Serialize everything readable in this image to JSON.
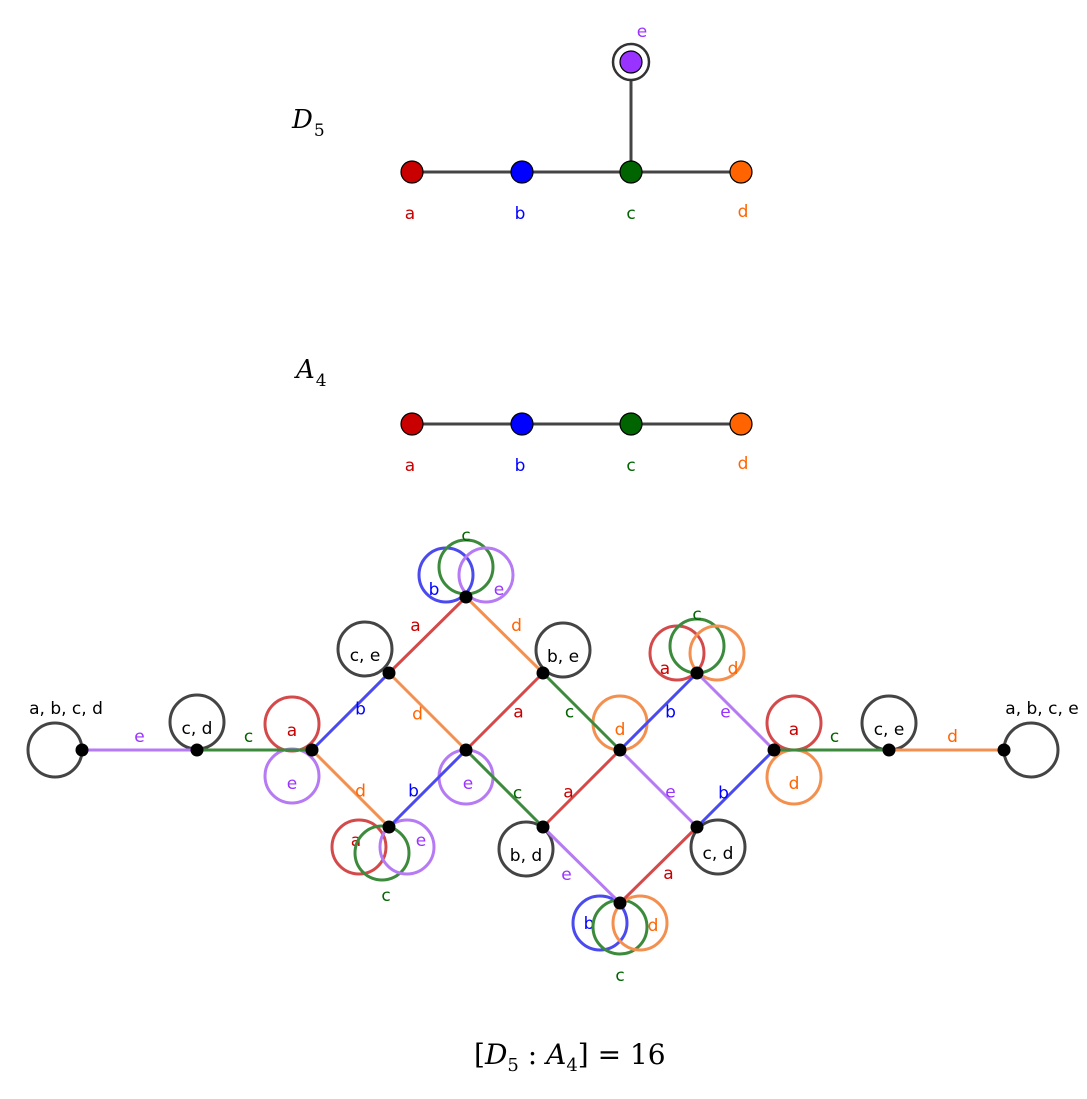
{
  "colors": {
    "a": "#c80000",
    "b": "#0000ff",
    "c": "#006400",
    "d": "#ff6400",
    "e": "#9933ff",
    "edge": "#444444",
    "loop": "#444444",
    "vertex": "#000000"
  },
  "d5": {
    "name": "D",
    "sub": "5",
    "nodes": [
      {
        "id": "a",
        "label": "a"
      },
      {
        "id": "b",
        "label": "b"
      },
      {
        "id": "c",
        "label": "c"
      },
      {
        "id": "d",
        "label": "d"
      },
      {
        "id": "e",
        "label": "e"
      }
    ],
    "edges": [
      [
        "a",
        "b"
      ],
      [
        "b",
        "c"
      ],
      [
        "c",
        "d"
      ],
      [
        "c",
        "e"
      ]
    ]
  },
  "a4": {
    "name": "A",
    "sub": "4",
    "nodes": [
      {
        "id": "a",
        "label": "a"
      },
      {
        "id": "b",
        "label": "b"
      },
      {
        "id": "c",
        "label": "c"
      },
      {
        "id": "d",
        "label": "d"
      }
    ],
    "edges": [
      [
        "a",
        "b"
      ],
      [
        "b",
        "c"
      ],
      [
        "c",
        "d"
      ]
    ]
  },
  "graph": {
    "vertices": [
      {
        "id": "v1",
        "loops": [
          {
            "label": "a, b, c, d",
            "gen": "multi"
          }
        ]
      },
      {
        "id": "v2",
        "loops": [
          {
            "label": "c, d",
            "gen": "multi"
          }
        ]
      },
      {
        "id": "v3",
        "loops": [
          {
            "label": "a",
            "gen": "a"
          },
          {
            "label": "e",
            "gen": "e"
          }
        ]
      },
      {
        "id": "v4",
        "loops": [
          {
            "label": "c, e",
            "gen": "multi"
          }
        ]
      },
      {
        "id": "v5",
        "loops": [
          {
            "label": "a",
            "gen": "a"
          },
          {
            "label": "c",
            "gen": "c"
          },
          {
            "label": "e",
            "gen": "e"
          }
        ]
      },
      {
        "id": "v6",
        "loops": [
          {
            "label": "b",
            "gen": "b"
          },
          {
            "label": "c",
            "gen": "c"
          },
          {
            "label": "e",
            "gen": "e"
          }
        ]
      },
      {
        "id": "v7",
        "loops": [
          {
            "label": "e",
            "gen": "e"
          }
        ]
      },
      {
        "id": "v8",
        "loops": [
          {
            "label": "b, e",
            "gen": "multi"
          }
        ]
      },
      {
        "id": "v9",
        "loops": [
          {
            "label": "b, d",
            "gen": "multi"
          }
        ]
      },
      {
        "id": "v10",
        "loops": [
          {
            "label": "d",
            "gen": "d"
          }
        ]
      },
      {
        "id": "v11",
        "loops": [
          {
            "label": "b",
            "gen": "b"
          },
          {
            "label": "c",
            "gen": "c"
          },
          {
            "label": "d",
            "gen": "d"
          }
        ]
      },
      {
        "id": "v12",
        "loops": [
          {
            "label": "a",
            "gen": "a"
          },
          {
            "label": "c",
            "gen": "c"
          },
          {
            "label": "d",
            "gen": "d"
          }
        ]
      },
      {
        "id": "v13",
        "loops": [
          {
            "label": "c, d",
            "gen": "multi"
          }
        ]
      },
      {
        "id": "v14",
        "loops": [
          {
            "label": "a",
            "gen": "a"
          },
          {
            "label": "d",
            "gen": "d"
          }
        ]
      },
      {
        "id": "v15",
        "loops": [
          {
            "label": "c, e",
            "gen": "multi"
          }
        ]
      },
      {
        "id": "v16",
        "loops": [
          {
            "label": "a, b, c, e",
            "gen": "multi"
          }
        ]
      }
    ],
    "edges": [
      {
        "from": "v1",
        "to": "v2",
        "gen": "e",
        "label": "e"
      },
      {
        "from": "v2",
        "to": "v3",
        "gen": "c",
        "label": "c"
      },
      {
        "from": "v3",
        "to": "v4",
        "gen": "b",
        "label": "b"
      },
      {
        "from": "v3",
        "to": "v5",
        "gen": "d",
        "label": "d"
      },
      {
        "from": "v4",
        "to": "v6",
        "gen": "a",
        "label": "a"
      },
      {
        "from": "v4",
        "to": "v7",
        "gen": "d",
        "label": "d"
      },
      {
        "from": "v5",
        "to": "v7",
        "gen": "b",
        "label": "b"
      },
      {
        "from": "v6",
        "to": "v8",
        "gen": "d",
        "label": "d"
      },
      {
        "from": "v7",
        "to": "v8",
        "gen": "a",
        "label": "a"
      },
      {
        "from": "v7",
        "to": "v9",
        "gen": "c",
        "label": "c"
      },
      {
        "from": "v8",
        "to": "v10",
        "gen": "c",
        "label": "c"
      },
      {
        "from": "v9",
        "to": "v10",
        "gen": "a",
        "label": "a"
      },
      {
        "from": "v9",
        "to": "v11",
        "gen": "e",
        "label": "e"
      },
      {
        "from": "v10",
        "to": "v12",
        "gen": "b",
        "label": "b"
      },
      {
        "from": "v10",
        "to": "v13",
        "gen": "e",
        "label": "e"
      },
      {
        "from": "v11",
        "to": "v13",
        "gen": "a",
        "label": "a"
      },
      {
        "from": "v12",
        "to": "v14",
        "gen": "e",
        "label": "e"
      },
      {
        "from": "v13",
        "to": "v14",
        "gen": "b",
        "label": "b"
      },
      {
        "from": "v14",
        "to": "v15",
        "gen": "c",
        "label": "c"
      },
      {
        "from": "v15",
        "to": "v16",
        "gen": "d",
        "label": "d"
      }
    ]
  },
  "equation": {
    "open": "[",
    "g1": "D",
    "g1sub": "5",
    "sep": " : ",
    "g2": "A",
    "g2sub": "4",
    "close": "]",
    "rel": " = ",
    "value": "16"
  }
}
